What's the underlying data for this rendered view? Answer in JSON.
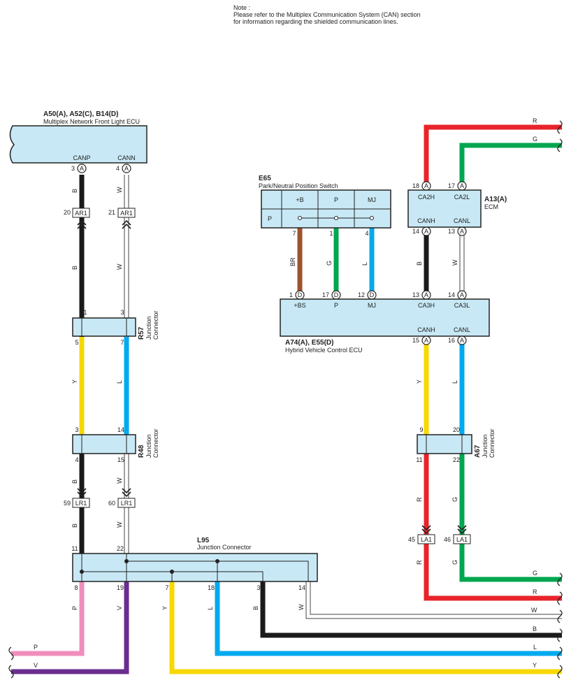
{
  "note": {
    "line1": "Note :",
    "line2": "Please refer to the Multiplex Communication System (CAN) section",
    "line3": "for information regarding the shielded communication lines."
  },
  "colors": {
    "B": "#1a1a1a",
    "W": "#ffffff",
    "Y": "#f7d800",
    "L": "#00aaee",
    "R": "#e8242a",
    "G": "#00a650",
    "BR": "#a0522d",
    "P": "#f08dbb",
    "V": "#6b2d8f",
    "box": "#c8e8f5"
  },
  "components": {
    "front_light_ecu": {
      "id": "A50(A), A52(C), B14(D)",
      "name": "Multiplex Network Front Light ECU",
      "terms": [
        "CANP",
        "CANN"
      ],
      "pins": [
        "3",
        "4"
      ],
      "conn": "A"
    },
    "e65": {
      "id": "E65",
      "name": "Park/Neutral Position Switch",
      "heads": [
        "+B",
        "P",
        "MJ"
      ],
      "row_label": "P",
      "pins": [
        "7",
        "1",
        "4"
      ]
    },
    "ecm": {
      "id": "A13(A)",
      "name": "ECM",
      "top_terms": [
        "CA2H",
        "CA2L"
      ],
      "bottom_terms": [
        "CANH",
        "CANL"
      ],
      "top_pins": [
        "18",
        "17"
      ],
      "bottom_pins": [
        "14",
        "13"
      ],
      "conn": "A"
    },
    "hv_ecu": {
      "id": "A74(A), E55(D)",
      "name": "Hybrid Vehicle Control ECU",
      "top_terms": [
        "+BS",
        "P",
        "MJ",
        "CA3H",
        "CA3L"
      ],
      "top_pins": [
        "1",
        "17",
        "12",
        "13",
        "14"
      ],
      "top_conns": [
        "D",
        "D",
        "D",
        "A",
        "A"
      ],
      "bottom_terms": [
        "CANH",
        "CANL"
      ],
      "bottom_pins": [
        "15",
        "16"
      ],
      "bottom_conns": [
        "A",
        "A"
      ]
    },
    "r57": {
      "id": "R57",
      "name1": "Junction",
      "name2": "Connector",
      "top_pins": [
        "1",
        "3"
      ],
      "bottom_pins": [
        "5",
        "7"
      ]
    },
    "r48": {
      "id": "R48",
      "name1": "Junction",
      "name2": "Connector",
      "top_pins": [
        "3",
        "14"
      ],
      "bottom_pins": [
        "4",
        "15"
      ]
    },
    "a67": {
      "id": "A67",
      "name1": "Junction",
      "name2": "Connector",
      "top_pins": [
        "9",
        "20"
      ],
      "bottom_pins": [
        "11",
        "22"
      ]
    },
    "l95": {
      "id": "L95",
      "name": "Junction Connector",
      "top_pins": [
        "11",
        "22"
      ],
      "bottom_pins": [
        "8",
        "19",
        "7",
        "18",
        "3",
        "14"
      ]
    }
  },
  "inline_connectors": {
    "ar1_a": {
      "num": "20",
      "label": "AR1"
    },
    "ar1_b": {
      "num": "21",
      "label": "AR1"
    },
    "lr1_a": {
      "num": "59",
      "label": "LR1"
    },
    "lr1_b": {
      "num": "60",
      "label": "LR1"
    },
    "la1_a": {
      "num": "45",
      "label": "LA1"
    },
    "la1_b": {
      "num": "46",
      "label": "LA1"
    }
  },
  "wire_labels": {
    "top_right_r": "R",
    "top_right_g": "G",
    "ecu_b_top": "B",
    "ecu_w_top": "W",
    "ecu_b_mid": "B",
    "ecu_w_mid": "W",
    "r57_y": "Y",
    "r57_l": "L",
    "r48_b": "B",
    "r48_w": "W",
    "lr1_b": "B",
    "lr1_w": "W",
    "e65_br": "BR",
    "e65_g": "G",
    "e65_l": "L",
    "ecm_b": "B",
    "ecm_w": "W",
    "hv_y": "Y",
    "hv_l": "L",
    "a67_r": "R",
    "a67_g": "G",
    "la1_r": "R",
    "la1_g": "G",
    "l95_p": "P",
    "l95_v": "V",
    "l95_y": "Y",
    "l95_l": "L",
    "l95_b": "B",
    "l95_w": "W",
    "bottom_left_p": "P",
    "bottom_left_v": "V",
    "br_g": "G",
    "br_r": "R",
    "br_w": "W",
    "br_b": "B",
    "br_l": "L",
    "br_y": "Y"
  }
}
